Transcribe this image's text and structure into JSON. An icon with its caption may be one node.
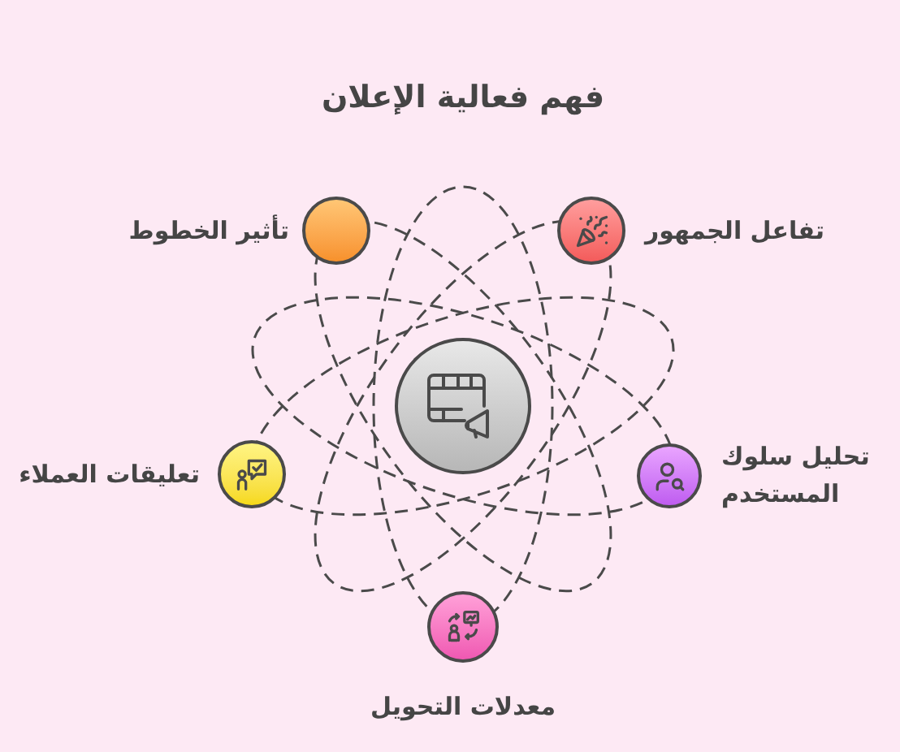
{
  "diagram": {
    "title": "فهم فعالية الإعلان",
    "nodes": [
      {
        "text": [
          "تفاعل الجمهور"
        ]
      },
      {
        "text": [
          "تأثير الخطوط"
        ]
      },
      {
        "text": [],
        "shape": "circle"
      },
      {
        "text": [
          "تحليل سلوك المستخدم"
        ]
      },
      {
        "text": [
          "تعليقات العملاء"
        ]
      },
      {
        "text": [
          "معدلات التحويل"
        ]
      }
    ]
  }
}
